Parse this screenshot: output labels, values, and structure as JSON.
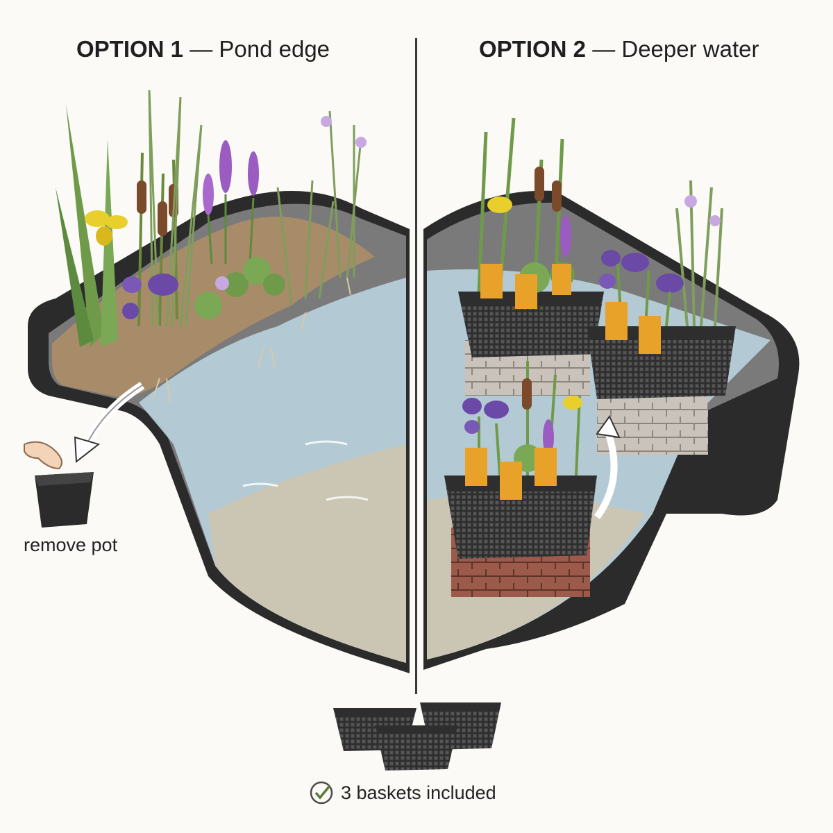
{
  "option1": {
    "prefix": "OPTION 1",
    "rest": "— Pond edge"
  },
  "option2": {
    "prefix": "OPTION 2",
    "rest": "— Deeper water"
  },
  "remove_pot": "remove pot",
  "baskets_included": "3 baskets included",
  "colors": {
    "pond_liner": "#2b2b2b",
    "water": "#b9d3de",
    "soil": "#a88c6a",
    "leaf": "#6f9a4a",
    "iris_yellow": "#e8cf2c",
    "iris_purple": "#6a4aa6",
    "loosestrife": "#9a5cc0",
    "brick": "#9c5a4a",
    "basket": "#2e2e2e",
    "tag_orange": "#e8a22a"
  },
  "icons": [
    "hand-icon",
    "pot-icon",
    "arrow-icon",
    "check-icon",
    "basket-icon"
  ]
}
